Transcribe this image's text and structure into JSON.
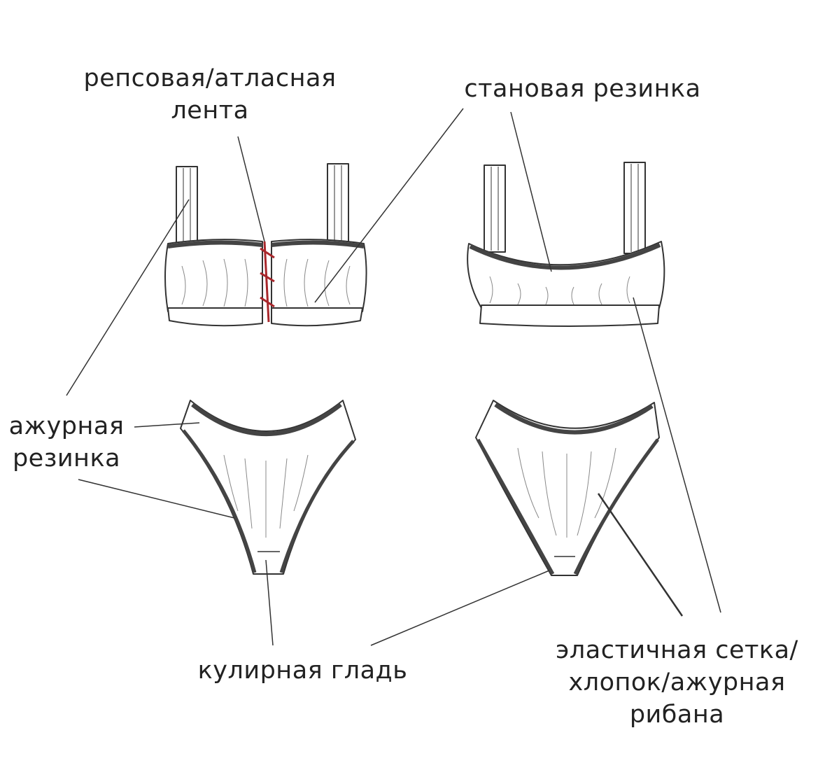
{
  "labels": {
    "ribbon": [
      "репсовая/атласная",
      "лента"
    ],
    "waist_elastic": "становая резинка",
    "lace_elastic": [
      "ажурная",
      "резинка"
    ],
    "jersey": "кулирная гладь",
    "fabric": [
      "эластичная сетка/",
      "хлопок/ажурная",
      "рибана"
    ]
  },
  "colors": {
    "line": "#333333",
    "lace": "#a8272b"
  }
}
